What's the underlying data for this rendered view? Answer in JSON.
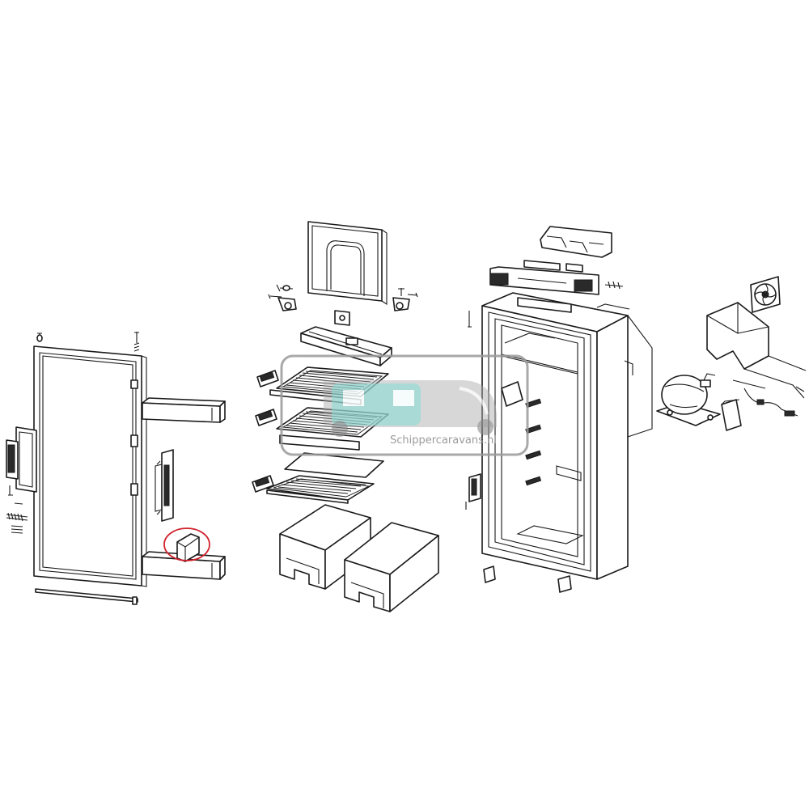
{
  "watermark": {
    "text": "Schippercaravans.nl",
    "colors": {
      "frame": "#9a9a9a",
      "teal": "#8fd6cf",
      "van": "#a9a9a9"
    }
  },
  "highlight": {
    "color": "#d0202a",
    "target": "door-bin-clip"
  },
  "parts": [
    "door-panel",
    "door-hinge-screws",
    "door-bins",
    "door-handle",
    "door-springs",
    "bottle-retainer",
    "door-bin-clip",
    "door-gasket-strip",
    "freezer-door",
    "freezer-door-hinges",
    "freezer-tray",
    "wire-shelves",
    "shelf-supports",
    "glass-shelf",
    "crisper-drawers",
    "control-panel-housing",
    "cabinet",
    "cabinet-hinges",
    "cabinet-feet",
    "fan",
    "compressor-cover",
    "compressor",
    "wiring",
    "relay-box"
  ]
}
